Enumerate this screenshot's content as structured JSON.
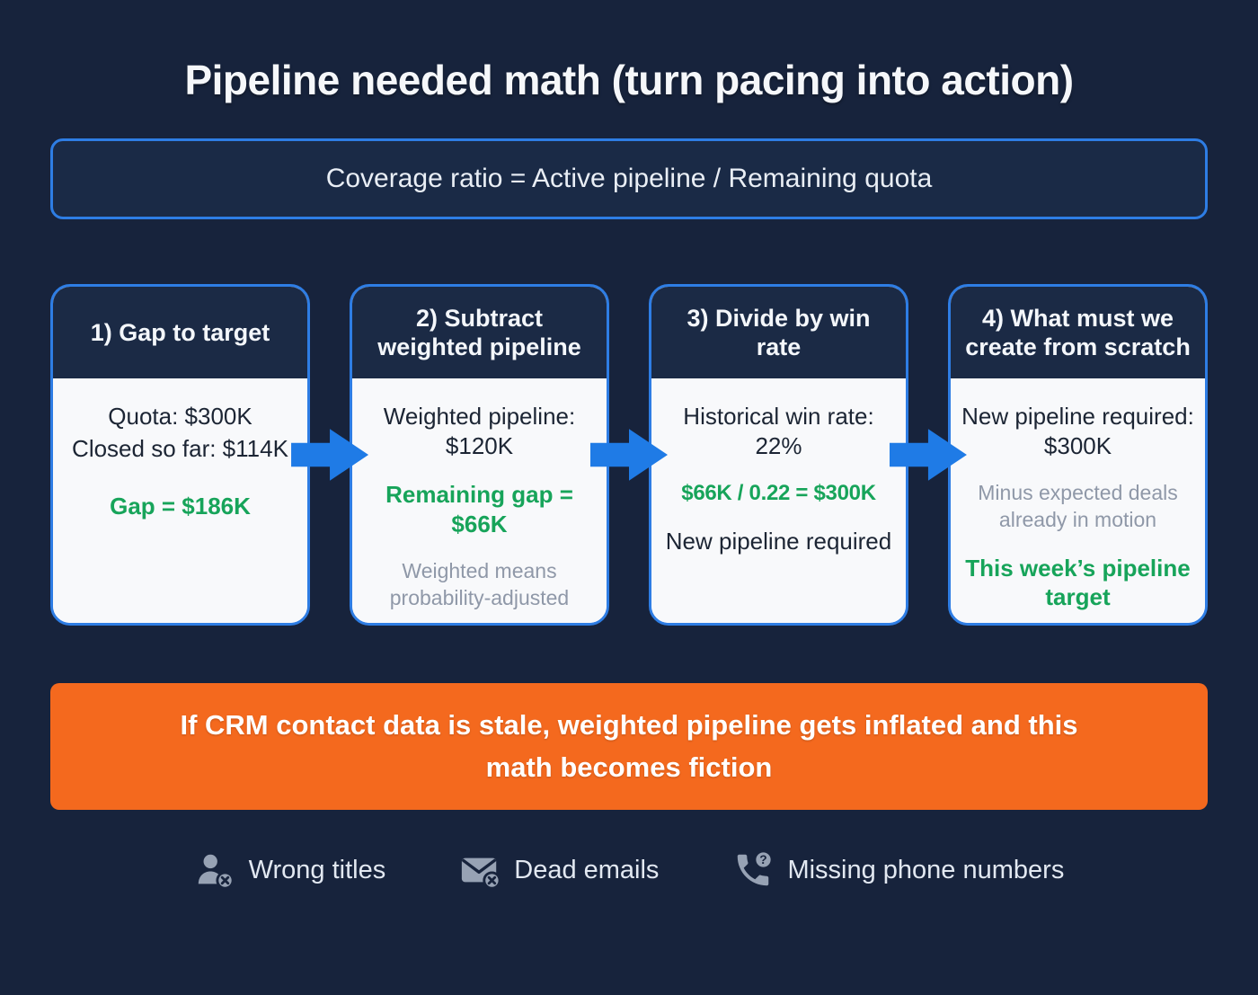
{
  "title": "Pipeline needed math (turn pacing into action)",
  "formula": "Coverage ratio = Active pipeline / Remaining quota",
  "cards": [
    {
      "header": "1) Gap to target",
      "line1": "Quota: $300K",
      "line2": "Closed so far: $114K",
      "highlight": "Gap = $186K"
    },
    {
      "header": "2) Subtract weighted pipeline",
      "line1": "Weighted pipeline: $120K",
      "highlight": "Remaining gap = $66K",
      "note": "Weighted means probability-adjusted"
    },
    {
      "header": "3) Divide by win rate",
      "line1": "Historical win rate: 22%",
      "highlight": "$66K / 0.22 = $300K",
      "line2": "New pipeline required"
    },
    {
      "header": "4) What must we create from scratch",
      "line1": "New pipeline required: $300K",
      "note": "Minus expected deals already in motion",
      "highlight": "This week’s pipeline target"
    }
  ],
  "warning": "If CRM contact data is stale, weighted pipeline gets inflated and this math becomes fiction",
  "issues": [
    {
      "icon": "person-x-icon",
      "label": "Wrong titles"
    },
    {
      "icon": "email-x-icon",
      "label": "Dead emails"
    },
    {
      "icon": "phone-question-icon",
      "label": "Missing phone numbers"
    }
  ],
  "colors": {
    "background": "#17233c",
    "card_border": "#2e7de4",
    "arrow_blue": "#1f7be6",
    "highlight_green": "#17a45a",
    "warning_orange": "#f4691e"
  }
}
